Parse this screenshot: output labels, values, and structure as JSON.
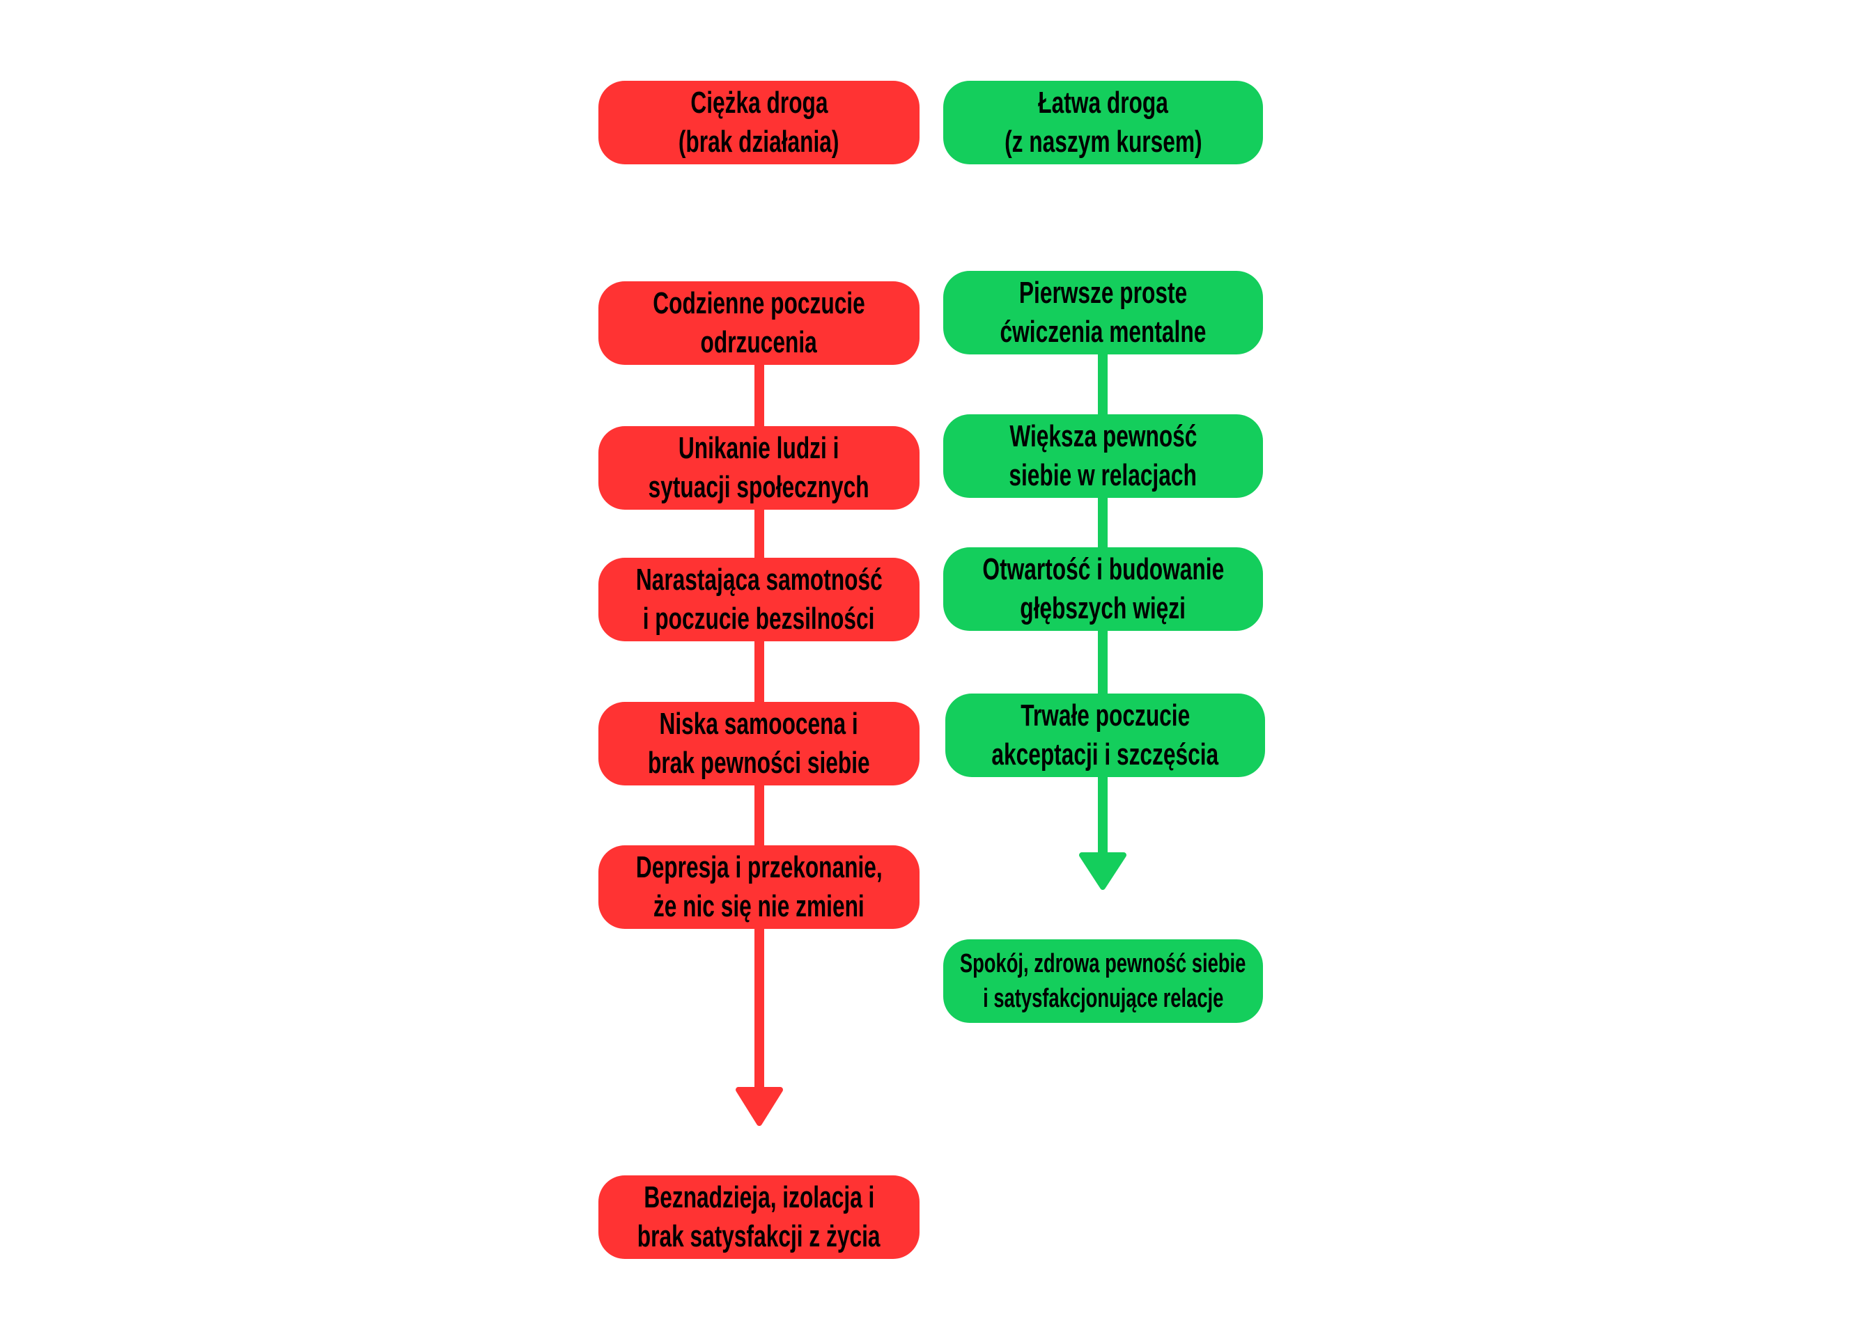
{
  "colors": {
    "red": "#FF3333",
    "green": "#14CE5C"
  },
  "hard_path": {
    "header": [
      "Ciężka droga",
      "(brak działania)"
    ],
    "steps": [
      [
        "Codzienne poczucie",
        "odrzucenia"
      ],
      [
        "Unikanie ludzi i",
        "sytuacji społecznych"
      ],
      [
        "Narastająca samotność",
        "i poczucie bezsilności"
      ],
      [
        "Niska samoocena i",
        "brak pewności siebie"
      ],
      [
        "Depresja i przekonanie,",
        "że nic się nie zmieni"
      ]
    ],
    "outcome": [
      "Beznadzieja, izolacja i",
      "brak satysfakcji z życia"
    ]
  },
  "easy_path": {
    "header": [
      "Łatwa droga",
      "(z naszym kursem)"
    ],
    "steps": [
      [
        "Pierwsze proste",
        "ćwiczenia mentalne"
      ],
      [
        "Większa pewność",
        "siebie w relacjach"
      ],
      [
        "Otwartość i budowanie",
        "głębszych więzi"
      ],
      [
        "Trwałe poczucie",
        "akceptacji i szczęścia"
      ]
    ],
    "outcome": [
      "Spokój, zdrowa pewność siebie",
      "i satysfakcjonujące relacje"
    ]
  }
}
